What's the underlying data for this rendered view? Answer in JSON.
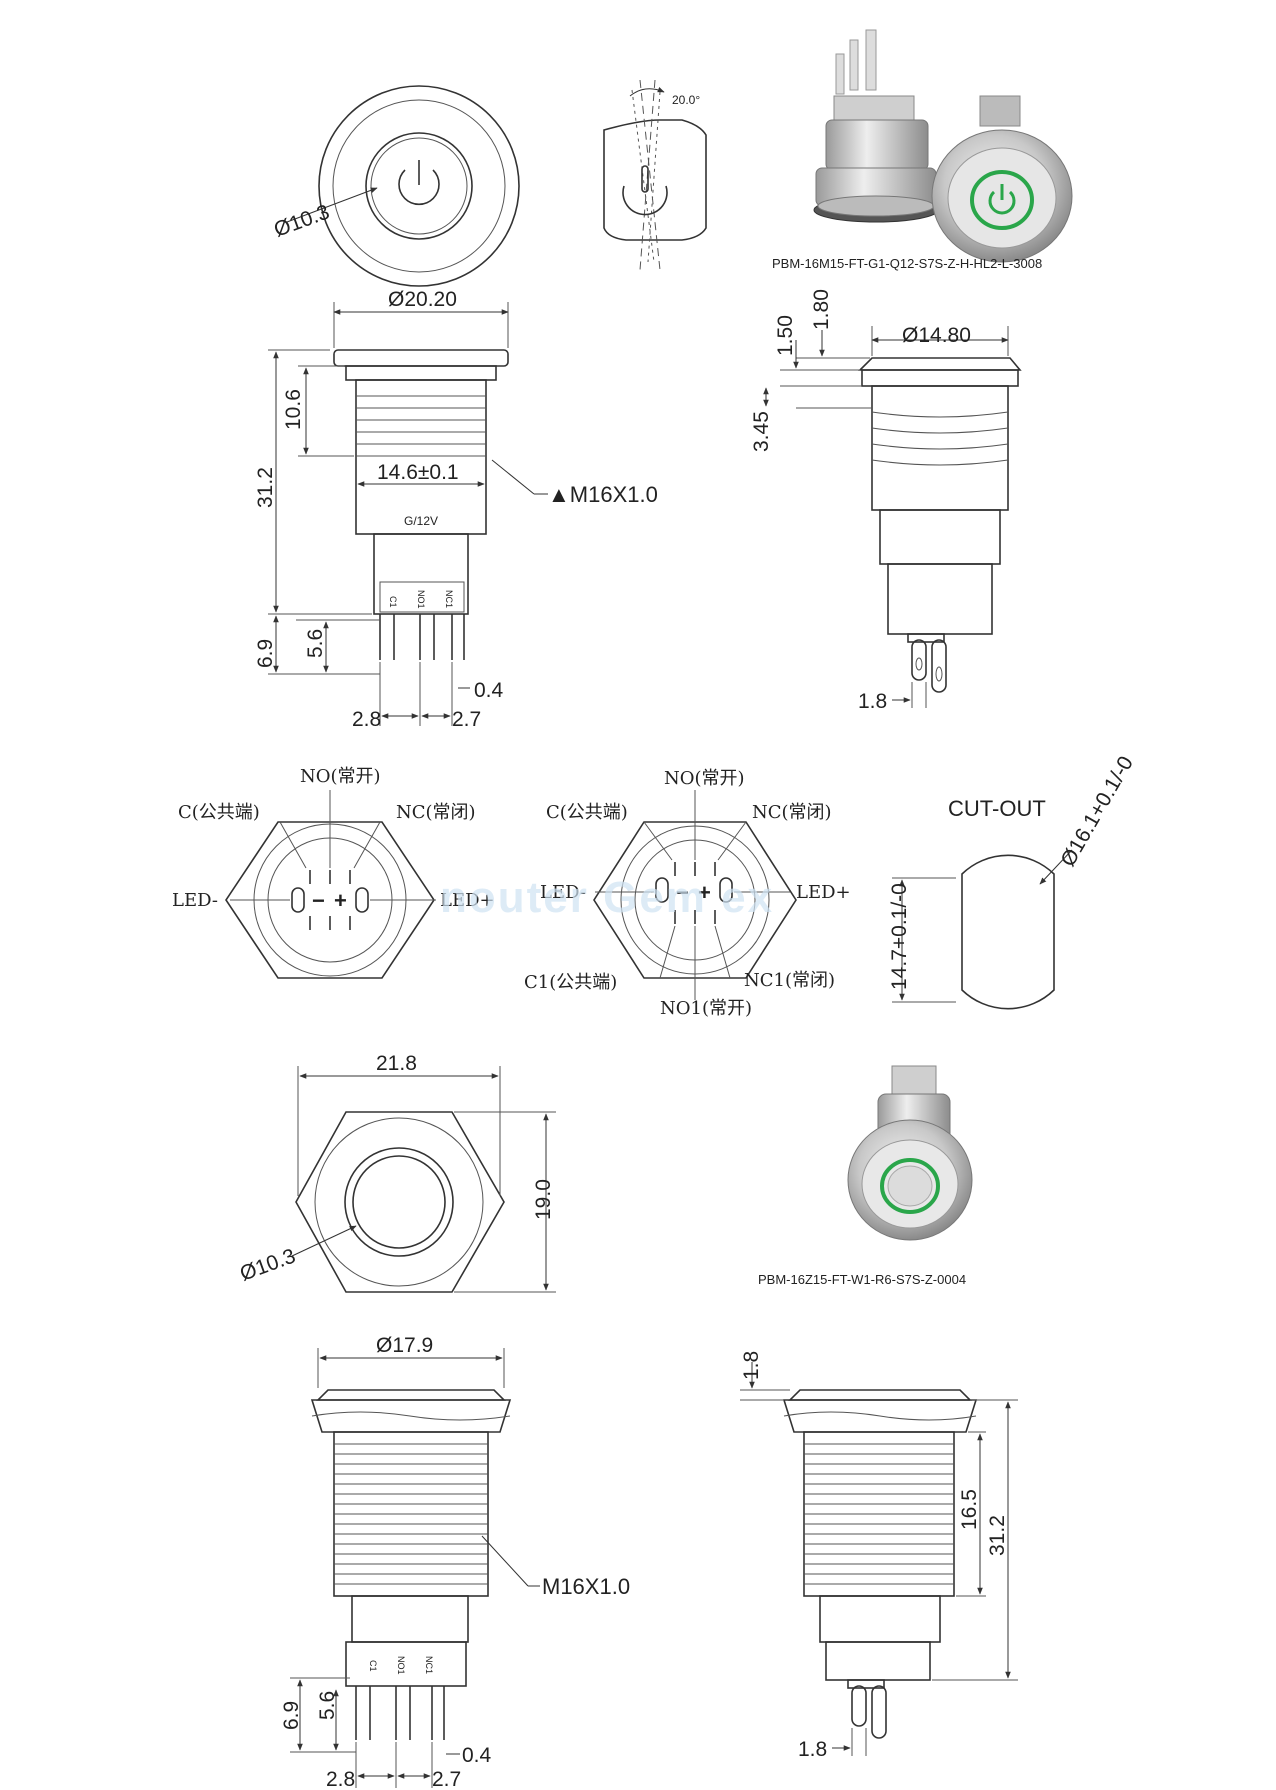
{
  "top_view": {
    "button_dia": "Ø10.3",
    "angle": "20.0°"
  },
  "photo1": {
    "part_no": "PBM-16M15-FT-G1-Q12-S7S-Z-H-HL2-L-3008"
  },
  "side1": {
    "head_dia": "Ø20.20",
    "height_total": "31.2",
    "thread_len": "10.6",
    "body_dia": "14.6±0.1",
    "thread": "▲M16X1.0",
    "voltage": "G/12V",
    "term_c1": "C1",
    "term_no1": "NO1",
    "term_nc1": "NC1",
    "pin_len": "6.9",
    "pin_len2": "5.6",
    "pin_thk": "0.4",
    "pitch1": "2.8",
    "pitch2": "2.7"
  },
  "side2": {
    "head_dia": "Ø14.80",
    "dim_180": "1.80",
    "dim_150": "1.50",
    "dim_345": "3.45",
    "pin_w": "1.8"
  },
  "wiring1": {
    "no": "NO(常开)",
    "c": "C(公共端)",
    "nc": "NC(常闭)",
    "led_minus": "LED-",
    "led_plus": "LED+"
  },
  "wiring2": {
    "no": "NO(常开)",
    "c": "C(公共端)",
    "nc": "NC(常闭)",
    "led_minus": "LED-",
    "led_plus": "LED+",
    "c1": "C1(公共端)",
    "nc1": "NC1(常闭)",
    "no1": "NO1(常开)"
  },
  "watermark": "nouter  Gem ex",
  "cutout": {
    "title": "CUT-OUT",
    "dia": "Ø16.1+0.1/-0",
    "flat": "14.7+0.1/-0"
  },
  "hex_view": {
    "width": "21.8",
    "height": "19.0",
    "button_dia": "Ø10.3"
  },
  "photo2": {
    "part_no": "PBM-16Z15-FT-W1-R6-S7S-Z-0004"
  },
  "side3": {
    "head_dia": "Ø17.9",
    "thread": "M16X1.0",
    "term_c1": "C1",
    "term_no1": "NO1",
    "term_nc1": "NC1",
    "pin_len": "6.9",
    "pin_len2": "5.6",
    "pin_thk": "0.4",
    "pitch1": "2.8",
    "pitch2": "2.7"
  },
  "side4": {
    "dim_18": "1.8",
    "thread_len": "16.5",
    "height_total": "31.2",
    "pin_w": "1.8"
  }
}
